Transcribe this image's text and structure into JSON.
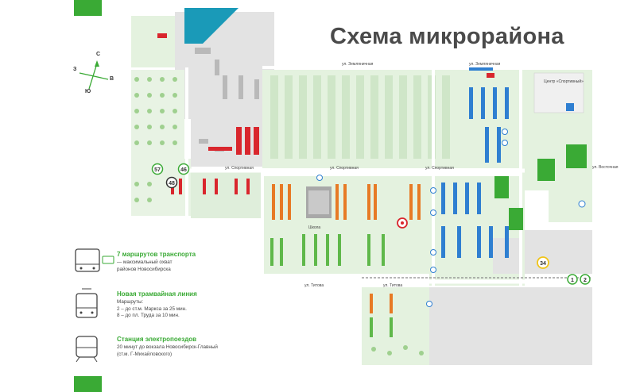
{
  "title": "Схема микрорайона",
  "compass": {
    "north": "С",
    "south": "Ю",
    "east": "В",
    "west": "З"
  },
  "streets": {
    "zemlyanichnaya": "ул. Земляничная",
    "sportivnaya": "ул. Спортивная",
    "titova": "ул. Титова",
    "vostochnaya": "ул. Восточная"
  },
  "places": {
    "school_main": "Школа",
    "stadium_title": "Центр «Спортивный»"
  },
  "stops": {
    "bus": [
      "57",
      "46",
      "48",
      "34"
    ],
    "tram": [
      "1",
      "2"
    ]
  },
  "legend": {
    "bus": {
      "title": "7 маршрутов транспорта",
      "lines": [
        "— максимальный охват",
        "районов Новосибирска"
      ]
    },
    "tram": {
      "title": "Новая трамвайная линия",
      "lines": [
        "Маршруты:",
        "2 – до ст.м. Маркса за 25 мин.",
        "8 – до пл. Труда за 10 мин."
      ]
    },
    "train": {
      "title": "Станция электропоездов",
      "lines": [
        "20 минут до вокзала Новосибирск-Главный",
        "(ст.м. Г-Михайловского)"
      ]
    }
  },
  "colors": {
    "accent": "#3aaa35",
    "water": "#1a9ab8",
    "new_buildings_blue": "#2f7fd1",
    "new_buildings_red": "#d9262d",
    "new_buildings_orange": "#e77a25",
    "new_buildings_green": "#5fb84a",
    "park": "#dcefd6",
    "industrial": "#e2e2e2"
  }
}
